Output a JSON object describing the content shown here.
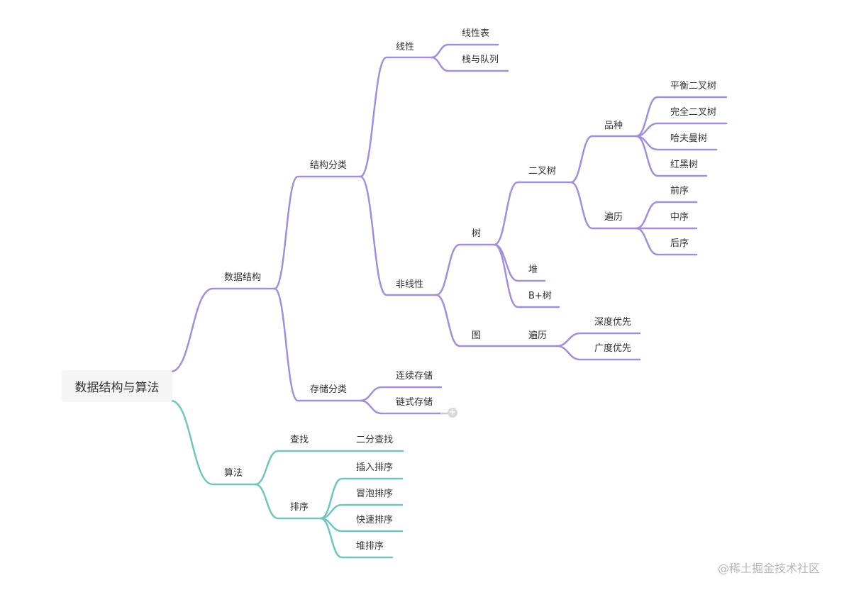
{
  "root": {
    "label": "数据结构与算法"
  },
  "nodes": {
    "ds": "数据结构",
    "structure_class": "结构分类",
    "linear": "线性",
    "linear_list": "线性表",
    "stack_queue": "栈与队列",
    "nonlinear": "非线性",
    "tree": "树",
    "binary_tree": "二叉树",
    "variety": "品种",
    "balanced_bt": "平衡二叉树",
    "complete_bt": "完全二叉树",
    "huffman": "哈夫曼树",
    "rb_tree": "红黑树",
    "traversal": "遍历",
    "preorder": "前序",
    "inorder": "中序",
    "postorder": "后序",
    "heap": "堆",
    "bplus_tree": "B+树",
    "graph": "图",
    "graph_traversal": "遍历",
    "dfs": "深度优先",
    "bfs": "广度优先",
    "storage_class": "存储分类",
    "sequential": "连续存储",
    "linked": "链式存储",
    "algo": "算法",
    "search": "查找",
    "binary_search": "二分查找",
    "sort": "排序",
    "insertion_sort": "插入排序",
    "bubble_sort": "冒泡排序",
    "quick_sort": "快速排序",
    "heap_sort": "堆排序"
  },
  "add_button_icon": "plus-circle-icon",
  "watermark": "@稀土掘金技术社区",
  "colors": {
    "branch_ds": "#a18fd8",
    "branch_algo": "#72c4be",
    "root_bg": "#f5f5f5",
    "text": "#333333"
  }
}
